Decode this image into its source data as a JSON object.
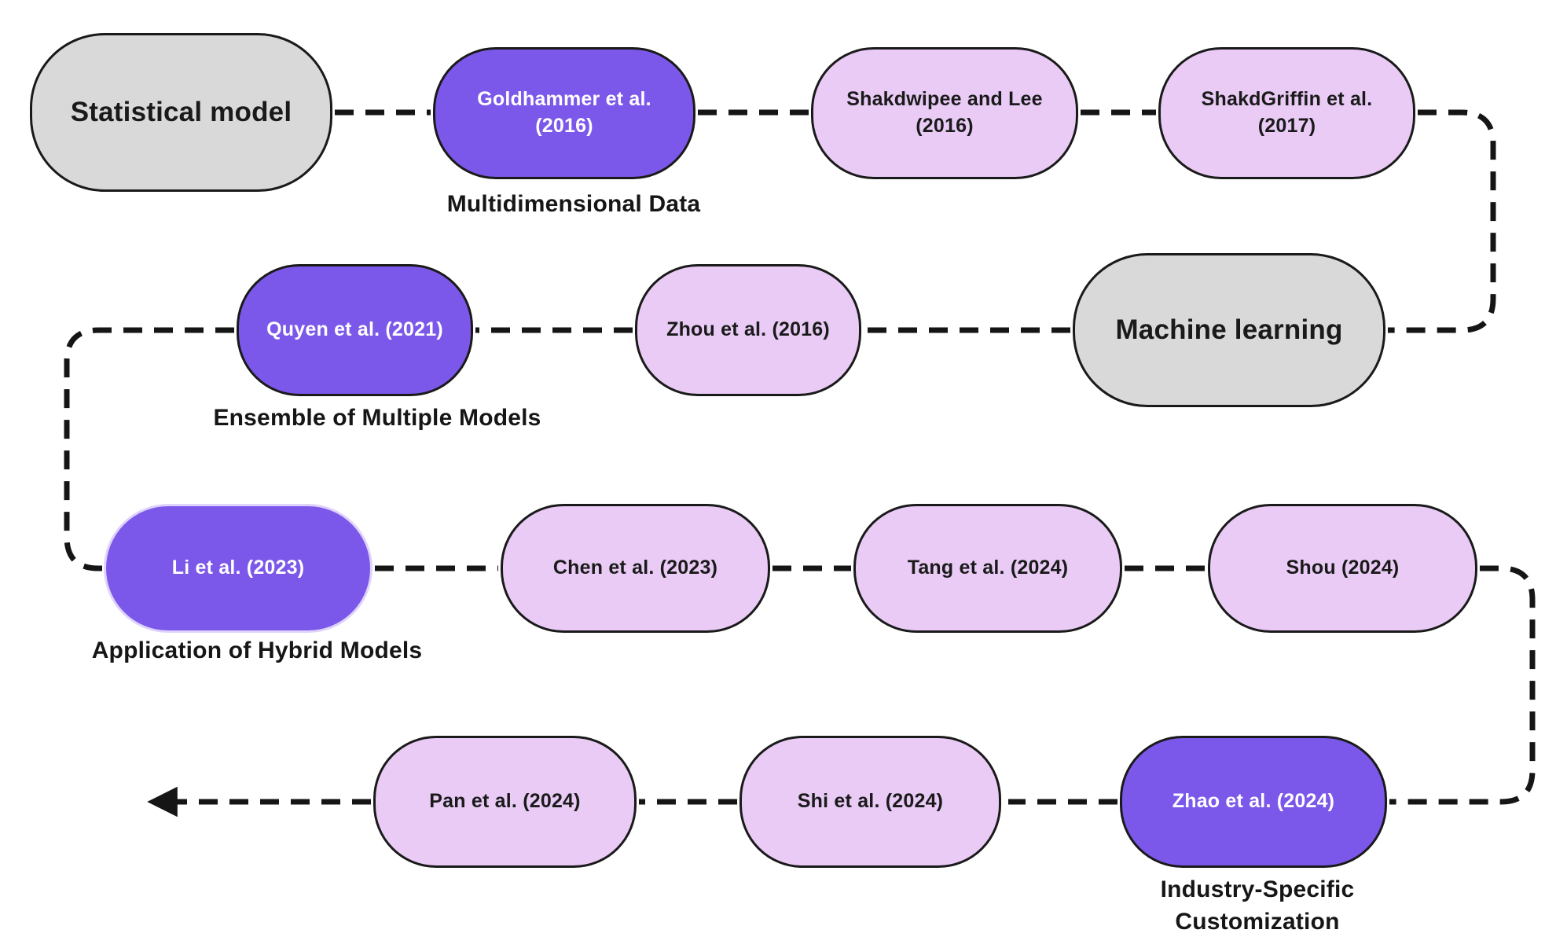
{
  "diagram": {
    "colors": {
      "bg": "#FFFFFF",
      "purple": "#7B58E9",
      "lavender": "#E9CBF5",
      "gray": "#D9D9D9",
      "outline": "#1A1A1A",
      "connector": "#151515",
      "li_border": "#DFD3FB",
      "node_text_light": "#FFFFFF",
      "node_text_dark": "#1A1A1A",
      "label_text": "#161616"
    },
    "nodes": {
      "statistical": {
        "label": "Statistical model",
        "type": "era",
        "color": "gray"
      },
      "goldhammer": {
        "label": "Goldhammer et al. (2016)",
        "type": "citation",
        "color": "purple"
      },
      "shakdwipee": {
        "label": "Shakdwipee and Lee (2016)",
        "type": "citation",
        "color": "lavender"
      },
      "shakdgriffin": {
        "label": "ShakdGriffin et al. (2017)",
        "type": "citation",
        "color": "lavender"
      },
      "quyen": {
        "label": "Quyen et al. (2021)",
        "type": "citation",
        "color": "purple"
      },
      "zhou": {
        "label": "Zhou et al. (2016)",
        "type": "citation",
        "color": "lavender"
      },
      "machine": {
        "label": "Machine learning",
        "type": "era",
        "color": "gray"
      },
      "li": {
        "label": "Li et al. (2023)",
        "type": "citation",
        "color": "purple"
      },
      "chen": {
        "label": "Chen et al. (2023)",
        "type": "citation",
        "color": "lavender"
      },
      "tang": {
        "label": "Tang et al. (2024)",
        "type": "citation",
        "color": "lavender"
      },
      "shou": {
        "label": "Shou (2024)",
        "type": "citation",
        "color": "lavender"
      },
      "pan": {
        "label": "Pan et al. (2024)",
        "type": "citation",
        "color": "lavender"
      },
      "shi": {
        "label": "Shi et al. (2024)",
        "type": "citation",
        "color": "lavender"
      },
      "zhao": {
        "label": "Zhao et al. (2024)",
        "type": "citation",
        "color": "purple"
      }
    },
    "category_labels": {
      "multidimensional": {
        "text": "Multidimensional Data"
      },
      "ensemble": {
        "text": "Ensemble of Multiple Models"
      },
      "application": {
        "text": "Application of Hybrid Models"
      },
      "industry": {
        "text": "Industry-Specific\nCustomization"
      }
    },
    "flow_order": [
      "Statistical model",
      "Goldhammer et al. (2016)",
      "Shakdwipee and Lee (2016)",
      "ShakdGriffin et al. (2017)",
      "Machine learning",
      "Zhou et al. (2016)",
      "Quyen et al. (2021)",
      "Li et al. (2023)",
      "Chen et al. (2023)",
      "Tang et al. (2024)",
      "Shou (2024)",
      "Zhao et al. (2024)",
      "Shi et al. (2024)",
      "Pan et al. (2024)"
    ]
  }
}
